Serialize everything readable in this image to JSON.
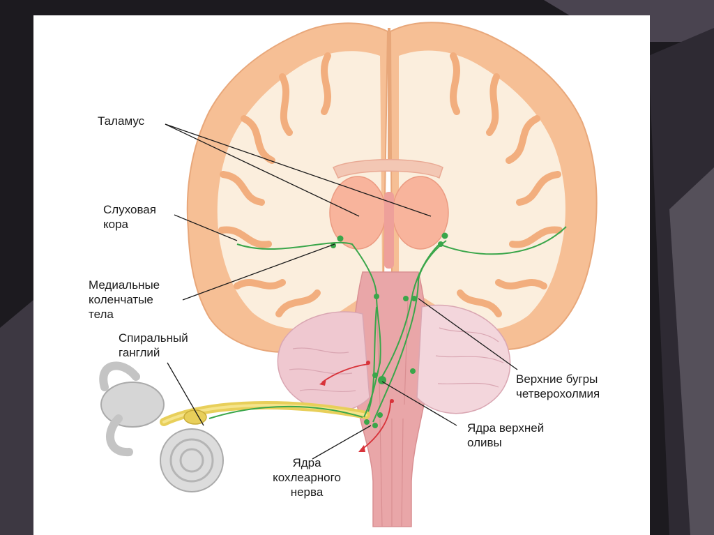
{
  "colors": {
    "cortex": "#f6bf95",
    "white_matter": "#fbeedd",
    "thalamus": "#f8b49c",
    "brainstem": "#e9a6a8",
    "cerebellum": "#efc8d0",
    "pathway": "#3aa64a",
    "nerve": "#e8cf5a",
    "reflex_arrow": "#d8333a",
    "ear": "#d6d6d6"
  },
  "labels": {
    "thalamus": "Таламус",
    "auditory_cortex": "Слуховая\nкора",
    "medial_geniculate": "Медиальные\nколенчатые\nтела",
    "spiral_ganglion": "Спиральный\nганглий",
    "inferior_colliculi": "Верхние бугры\nчетверохолмия",
    "superior_olive": "Ядра верхней\nоливы",
    "cochlear_nuclei": "Ядра\nкохлеарного\nнерва"
  }
}
